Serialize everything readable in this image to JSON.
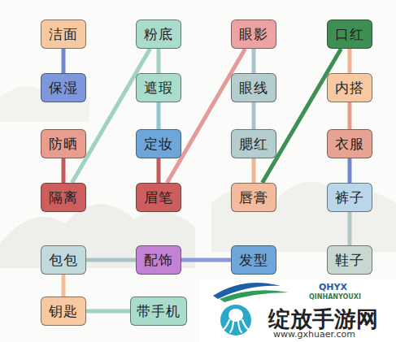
{
  "diagram": {
    "nodes": [
      {
        "text": [
          "洁面"
        ]
      },
      {
        "text": [
          "粉底"
        ]
      },
      {
        "text": [
          "眼影"
        ]
      },
      {
        "text": [
          "口红"
        ]
      },
      {
        "text": [
          "保湿"
        ]
      },
      {
        "text": [
          "遮瑕"
        ]
      },
      {
        "text": [
          "眼线"
        ]
      },
      {
        "text": [
          "内搭"
        ]
      },
      {
        "text": [
          "防晒"
        ]
      },
      {
        "text": [
          "定妆"
        ]
      },
      {
        "text": [
          "腮红"
        ]
      },
      {
        "text": [
          "衣服"
        ]
      },
      {
        "text": [
          "隔离"
        ]
      },
      {
        "text": [
          "眉笔"
        ]
      },
      {
        "text": [
          "唇膏"
        ]
      },
      {
        "text": [
          "裤子"
        ]
      },
      {
        "text": [
          "包包"
        ]
      },
      {
        "text": [
          "配饰"
        ]
      },
      {
        "text": [
          "发型"
        ]
      },
      {
        "text": [
          "鞋子"
        ]
      },
      {
        "text": [
          "钥匙"
        ]
      },
      {
        "text": [
          "带手机"
        ]
      }
    ],
    "edges": [
      {
        "from": 0,
        "to": 4,
        "arrow": "none"
      },
      {
        "from": 8,
        "to": 12,
        "arrow": "none"
      },
      {
        "from": 1,
        "to": 5,
        "arrow": "none"
      },
      {
        "from": 5,
        "to": 9,
        "arrow": "none"
      },
      {
        "from": 9,
        "to": 13,
        "arrow": "none"
      },
      {
        "from": 1,
        "to": 12,
        "arrow": "none"
      },
      {
        "from": 13,
        "to": 2,
        "arrow": "none"
      },
      {
        "from": 2,
        "to": 6,
        "arrow": "none"
      },
      {
        "from": 6,
        "to": 10,
        "arrow": "none"
      },
      {
        "from": 10,
        "to": 14,
        "arrow": "none"
      },
      {
        "from": 3,
        "to": 14,
        "arrow": "none"
      },
      {
        "from": 3,
        "to": 7,
        "arrow": "none"
      },
      {
        "from": 7,
        "to": 11,
        "arrow": "none"
      },
      {
        "from": 11,
        "to": 15,
        "arrow": "none"
      },
      {
        "from": 15,
        "to": 19,
        "arrow": "none"
      },
      {
        "from": 16,
        "to": 17,
        "arrow": "none"
      },
      {
        "from": 17,
        "to": 18,
        "arrow": "none"
      },
      {
        "from": 16,
        "to": 20,
        "arrow": "none"
      },
      {
        "from": 20,
        "to": 21,
        "arrow": "none"
      }
    ],
    "labels": [
      "QHYX",
      "QINHANYOUXI",
      "绽放手游网",
      "www.gxhuaer.com"
    ]
  }
}
